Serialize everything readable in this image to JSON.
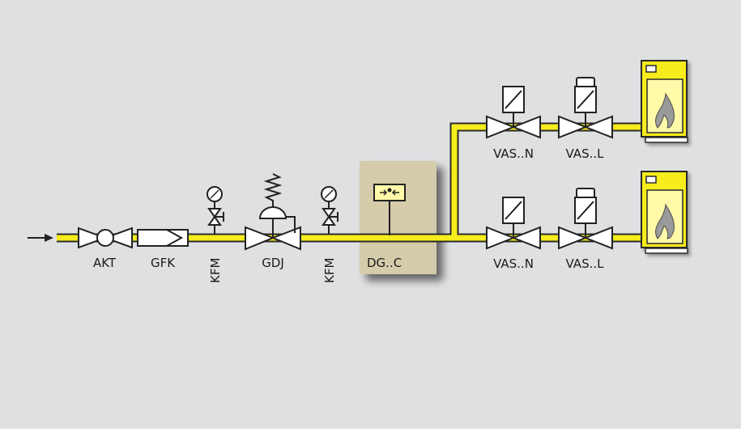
{
  "colors": {
    "background": "#dfe0e2",
    "pipe": "#f7ec1c",
    "pipe_outline": "#2b2b2b",
    "device_box": "#d5ccab",
    "burner_body": "#f7ec1c",
    "flame_panel": "#fff9a8",
    "symbol_stroke": "#222222",
    "symbol_fill": "#ffffff"
  },
  "icons": {
    "flow": "arrow-right-icon",
    "burner": "burner-flame-icon",
    "gauge": "pressure-gauge-icon",
    "solenoid": "solenoid-actuator-icon",
    "spring": "spring-icon",
    "diaphragm": "diaphragm-icon",
    "switch": "pressure-switch-icon"
  },
  "labels": {
    "akt": "AKT",
    "gfk": "GFK",
    "kfm_1": "KFM",
    "gdj": "GDJ",
    "kfm_2": "KFM",
    "dgc": "DG..C",
    "vas_n_top": "VAS..N",
    "vas_l_top": "VAS..L",
    "vas_n_bottom": "VAS..N",
    "vas_l_bottom": "VAS..L"
  }
}
